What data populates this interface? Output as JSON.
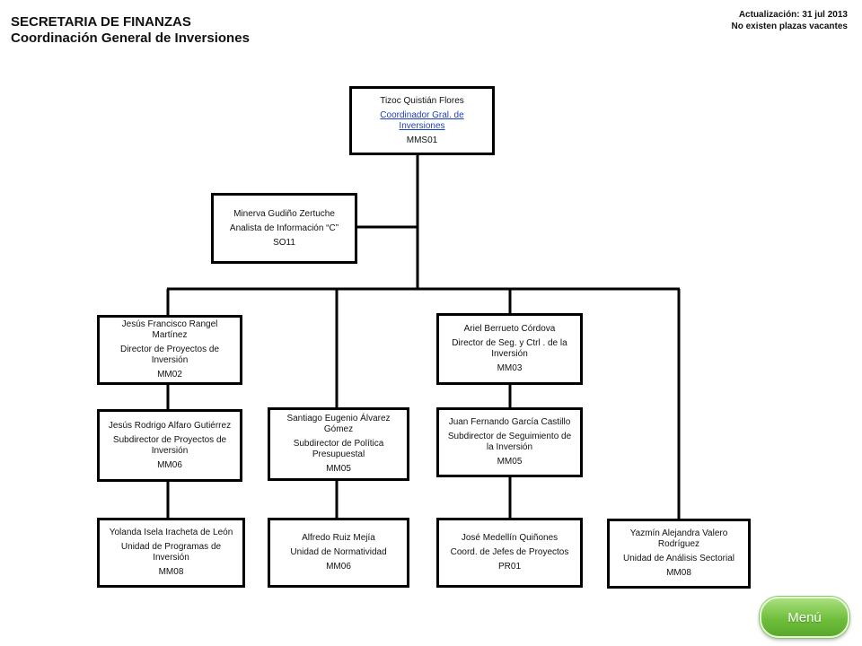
{
  "header": {
    "title": "SECRETARIA DE FINANZAS",
    "subtitle": "Coordinación General de Inversiones",
    "updated": "Actualización: 31 jul 2013",
    "vacancies": "No existen plazas vacantes"
  },
  "nodes": {
    "coordinador": {
      "name": "Tizoc Quistián Flores",
      "role": "Coordinador Gral. de Inversiones",
      "code": "MMS01"
    },
    "analista": {
      "name": "Minerva Gudiño Zertuche",
      "role": "Analista de Información “C”",
      "code": "SO11"
    },
    "dir_proyectos": {
      "name": "Jesús Francisco Rangel Martínez",
      "role": "Director de Proyectos de Inversión",
      "code": "MM02"
    },
    "dir_seguimiento": {
      "name": "Ariel Berrueto Córdova",
      "role": "Director de Seg. y Ctrl . de la Inversión",
      "code": "MM03"
    },
    "sub_proyectos": {
      "name": "Jesús Rodrigo Alfaro Gutiérrez",
      "role": "Subdirector de Proyectos de Inversión",
      "code": "MM06"
    },
    "sub_politica": {
      "name": "Santiago Eugenio Álvarez Gómez",
      "role": "Subdirector de Política Presupuestal",
      "code": "MM05"
    },
    "sub_seguimiento": {
      "name": "Juan Fernando García Castillo",
      "role": "Subdirector de Seguimiento de la Inversión",
      "code": "MM05"
    },
    "unidad_programas": {
      "name": "Yolanda Isela Iracheta de León",
      "role": "Unidad de Programas de Inversión",
      "code": "MM08"
    },
    "unidad_normatividad": {
      "name": "Alfredo Ruiz Mejía",
      "role": "Unidad de Normatividad",
      "code": "MM06"
    },
    "coord_jefes": {
      "name": "José Medellín Quiñones",
      "role": "Coord. de Jefes de Proyectos",
      "code": "PR01"
    },
    "unidad_sectorial": {
      "name": "Yazmín Alejandra Valero Rodríguez",
      "role": "Unidad de Análisis Sectorial",
      "code": "MM08"
    }
  },
  "menu": {
    "label": "Menú"
  }
}
